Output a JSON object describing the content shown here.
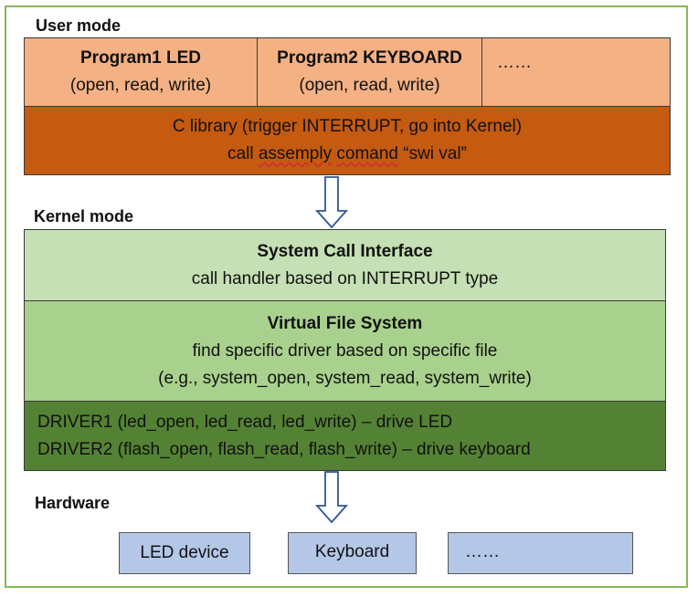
{
  "user_mode": {
    "heading": "User mode",
    "programs": [
      {
        "name": "Program1 LED",
        "ops": "(open, read, write)"
      },
      {
        "name": "Program2 KEYBOARD",
        "ops": "(open, read, write)"
      },
      {
        "name": "……"
      }
    ],
    "c_library": {
      "line1": "C library (trigger INTERRUPT, go into Kernel)",
      "line2_prefix": "call ",
      "line2_misspelled1": "assemply",
      "line2_space": " ",
      "line2_misspelled2": "comand",
      "line2_suffix": " “swi val”"
    }
  },
  "kernel_mode": {
    "heading": "Kernel mode",
    "sci": {
      "title": "System Call Interface",
      "desc": "call handler based on INTERRUPT type"
    },
    "vfs": {
      "title": "Virtual File System",
      "desc": "find specific driver based on specific file",
      "example": "(e.g., system_open, system_read, system_write)"
    },
    "drivers": [
      "DRIVER1 (led_open, led_read, led_write) – drive LED",
      "DRIVER2 (flash_open, flash_read, flash_write) – drive keyboard"
    ]
  },
  "hardware": {
    "heading": "Hardware",
    "devices": [
      "LED device",
      "Keyboard",
      "……"
    ]
  },
  "colors": {
    "program_fill": "#f4b183",
    "c_library_fill": "#c55a11",
    "sci_fill": "#c5e0b4",
    "vfs_fill": "#a9d18e",
    "driver_fill": "#548235",
    "device_fill": "#b4c7e7",
    "frame_border": "#86b85a",
    "arrow_stroke": "#2f5597"
  }
}
